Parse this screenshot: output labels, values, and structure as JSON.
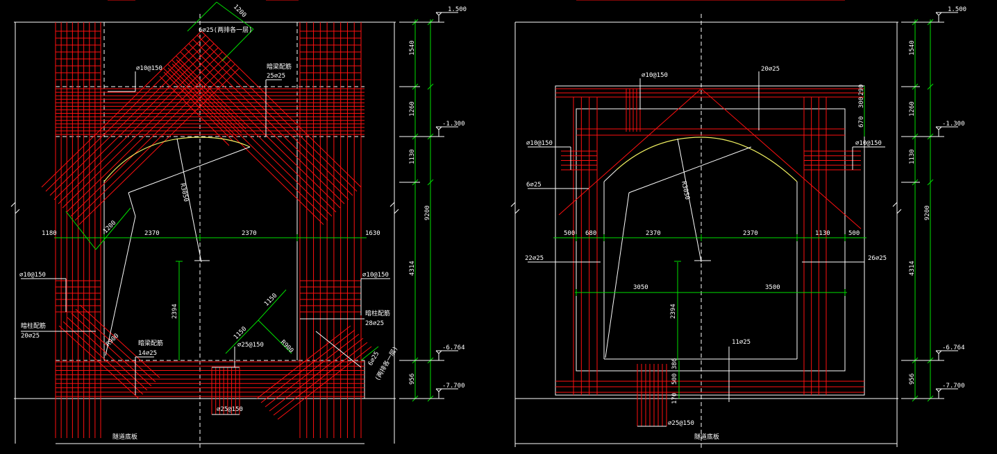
{
  "colors": {
    "background": "#000000",
    "rebar": "#ff1010",
    "dimension": "#00e000",
    "outline": "#ffffff",
    "arch": "#f0f060",
    "text": "#ffffff"
  },
  "left": {
    "elevations": [
      "1.500",
      "-1.300",
      "-6.764",
      "-7.700"
    ],
    "vertical_dims": [
      "1540",
      "1260",
      "1130",
      "4314",
      "956"
    ],
    "total_height": "9200",
    "horizontal_dims": [
      "1180",
      "2370",
      "2370",
      "1630"
    ],
    "labels": {
      "top_bar": "6⌀25(两排各一层)",
      "top_dim": "1200",
      "top_left_stirrup": "⌀10@150",
      "top_right_note": "暗梁配筋",
      "top_right_bars": "25⌀25",
      "mid_left_stirrup": "⌀10@150",
      "mid_right_stirrup": "⌀10@150",
      "left_col_note": "暗柱配筋",
      "left_col_bars": "20⌀25",
      "right_col_note": "暗柱配筋",
      "right_col_bars": "28⌀25",
      "bottom_beam_note": "暗梁配筋",
      "bottom_beam_bars": "14⌀25",
      "bottom_stirrup": "⌀25@150",
      "bottom_right_bars": "6⌀25",
      "bottom_right_note": "(两排各一层)",
      "bottom_center_stirrup": "⌀25@150",
      "radius_main": "R3050",
      "radius_side_left": "R900",
      "radius_side_right": "R900",
      "inclined_dim": "1200",
      "center_dim": "2394",
      "diag_dim_a": "1150",
      "diag_dim_b": "1150",
      "footer": "隧道底板"
    }
  },
  "right": {
    "elevations": [
      "1.500",
      "-1.300",
      "-6.764",
      "-7.700"
    ],
    "vertical_dims": [
      "1540",
      "1260",
      "1130",
      "4314",
      "956"
    ],
    "total_height": "9200",
    "top_small_dims": [
      "290",
      "300",
      "670"
    ],
    "bottom_small_dims": [
      "386",
      "500",
      "170"
    ],
    "horizontal_dims": [
      "500",
      "680",
      "2370",
      "2370",
      "1130",
      "500"
    ],
    "inner_dims": [
      "3050",
      "3500"
    ],
    "labels": {
      "top_stirrup": "⌀10@150",
      "top_bars": "20⌀25",
      "left_stirrup": "⌀10@150",
      "right_stirrup": "⌀10@150",
      "left_slant": "6⌀25",
      "left_bars": "22⌀25",
      "right_bars": "26⌀25",
      "radius_main": "R3050",
      "center_dim": "2394",
      "bottom_bars": "11⌀25",
      "bottom_stirrup": "⌀25@150",
      "footer": "隧道底板"
    }
  }
}
